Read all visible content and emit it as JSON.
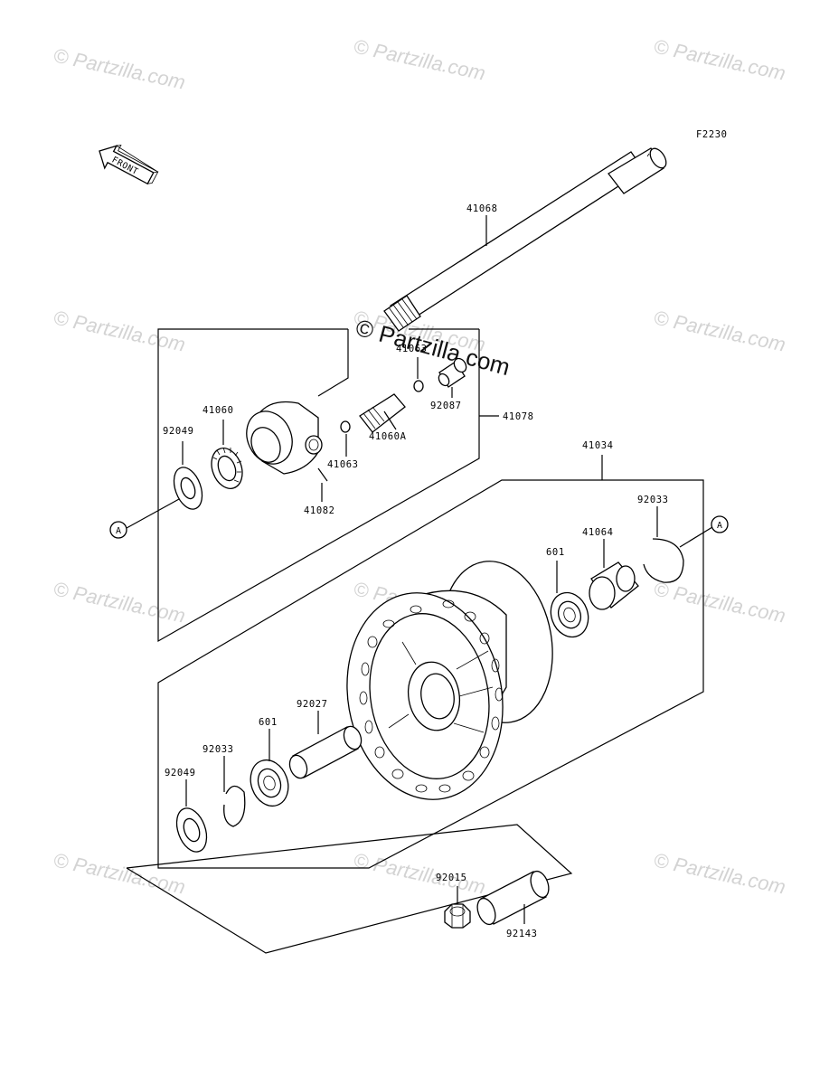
{
  "figure_code": "F2230",
  "front_label": "FRONT",
  "center_watermark": "© Partzilla.com",
  "watermarks": [
    "© Partzilla.com",
    "© Partzilla.com",
    "© Partzilla.com",
    "© Partzilla.com",
    "© Partzilla.com",
    "© Partzilla.com",
    "© Partzilla.com",
    "© Partzilla.com",
    "© Partzilla.com",
    "© Partzilla.com",
    "© Partzilla.com",
    "© Partzilla.com"
  ],
  "reference_marker": "A",
  "parts": {
    "p41068": "41068",
    "p41078": "41078",
    "p41063_top": "41063",
    "p92087": "92087",
    "p41060A": "41060A",
    "p41063": "41063",
    "p41082": "41082",
    "p41060": "41060",
    "p92049_top": "92049",
    "p41034": "41034",
    "p92033_right": "92033",
    "p41064": "41064",
    "p601_right": "601",
    "p92027": "92027",
    "p601_left": "601",
    "p92033_left": "92033",
    "p92049_bottom": "92049",
    "p92015": "92015",
    "p92143": "92143"
  }
}
